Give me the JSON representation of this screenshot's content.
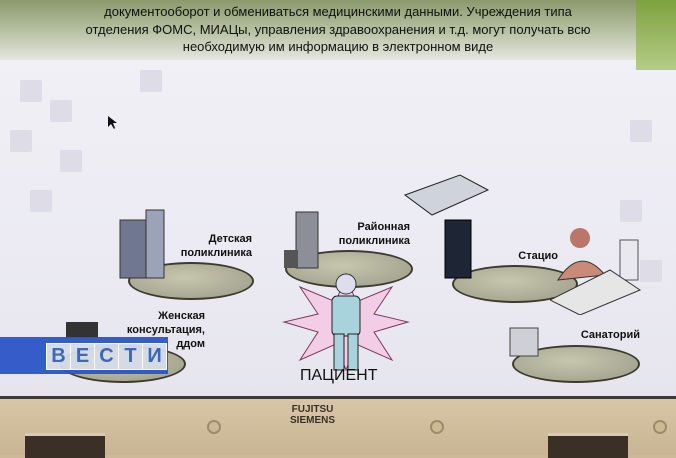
{
  "slide": {
    "text_lines": [
      "документооборот и обмениваться медицинскими данными. Учреждения типа",
      "отделения ФОМС, МИАЦы, управления здравоохранения  и т.д. могут получать всю",
      "необходимую им информацию в электронном виде"
    ],
    "nodes": [
      {
        "line1": "Детская",
        "line2": "поликлиника"
      },
      {
        "line1": "Районная",
        "line2": "поликлиника"
      },
      {
        "line1": "Стацио",
        "line2": ""
      },
      {
        "line1": "Женская",
        "line2": "консультация,",
        "line3": "ддом"
      },
      {
        "line1": "Санаторий",
        "line2": ""
      }
    ],
    "center_label": "ПАЦИЕНТ"
  },
  "overlay": {
    "channel_logo": "ВЕСТИ",
    "letters": [
      "В",
      "Е",
      "С",
      "Т",
      "И"
    ],
    "color": "#2d55c8"
  },
  "monitor": {
    "brand_line1": "FUJITSU",
    "brand_line2": "SIEMENS"
  }
}
